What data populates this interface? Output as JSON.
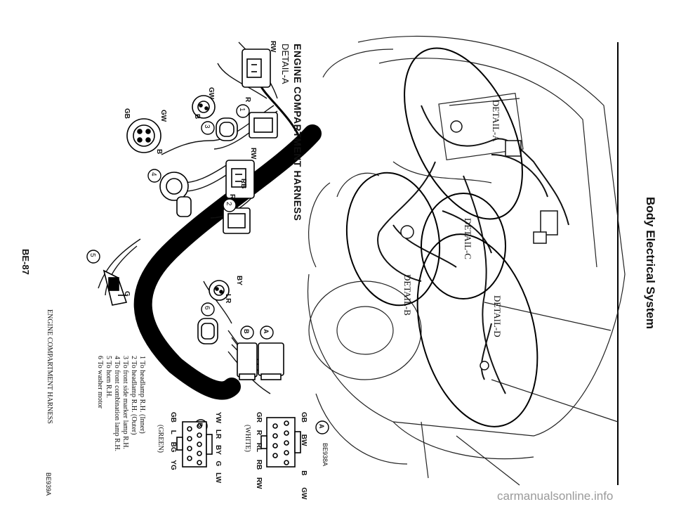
{
  "header": {
    "title": "Body Electrical System"
  },
  "section_title": "ENGINE COMPARTMENT HARNESS",
  "detail_title": "DETAIL-A",
  "overview": {
    "detail_labels": [
      "DETAIL-A",
      "DETAIL-B",
      "DETAIL-C",
      "DETAIL-D"
    ],
    "figure_code": "BE938A"
  },
  "detail": {
    "callouts": [
      "1",
      "2",
      "3",
      "4",
      "5",
      "6"
    ],
    "connector_letters": [
      "A",
      "B"
    ],
    "wire_labels": {
      "c1": [
        "RW",
        "R"
      ],
      "c2": [
        "RW",
        "RB",
        "R"
      ],
      "c3": [
        "GW",
        "B"
      ],
      "c4": [
        "GW",
        "GB",
        "B"
      ],
      "c5": [
        "G"
      ],
      "c6": [
        "BY",
        "LR"
      ]
    },
    "connector_A": {
      "letter": "A",
      "color": "(WHITE)",
      "top_labels": [
        "GB",
        "BW",
        "B",
        "GW"
      ],
      "bottom_labels": [
        "GR",
        "R",
        "RL",
        "RB",
        "RW"
      ]
    },
    "connector_B": {
      "letter": "B",
      "color": "(GREEN)",
      "top_labels": [
        "YW",
        "LR",
        "BY",
        "G",
        "LW"
      ],
      "bottom_labels": [
        "GB",
        "L",
        "BG",
        "YG"
      ]
    },
    "legend": [
      "1  To headlamp R.H. (Inner)",
      "2  To headlamp R.H. (Outer)",
      "3  To front side marker lamp R.H.",
      "4  To front combination lamp R.H.",
      "5  To horn R.H.",
      "6  To washer motor"
    ],
    "caption": "ENGINE COMPARTMENT HARNESS",
    "figure_code": "BE939A"
  },
  "footer": {
    "page_number": "BE-87"
  },
  "watermark": "carmanualsonline.info"
}
